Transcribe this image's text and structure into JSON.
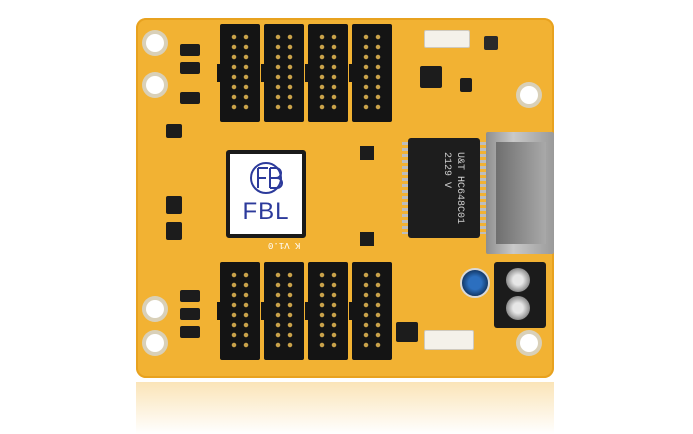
{
  "product": {
    "logo_text": "FBL",
    "transformer_marking": "U&T HC648C01 2129 V",
    "board_silkscreen": "K V1.0"
  },
  "colors": {
    "background": "#ffffff",
    "pcb": "#f2b233",
    "header": "#141414",
    "logo": "#2c3a9b"
  }
}
